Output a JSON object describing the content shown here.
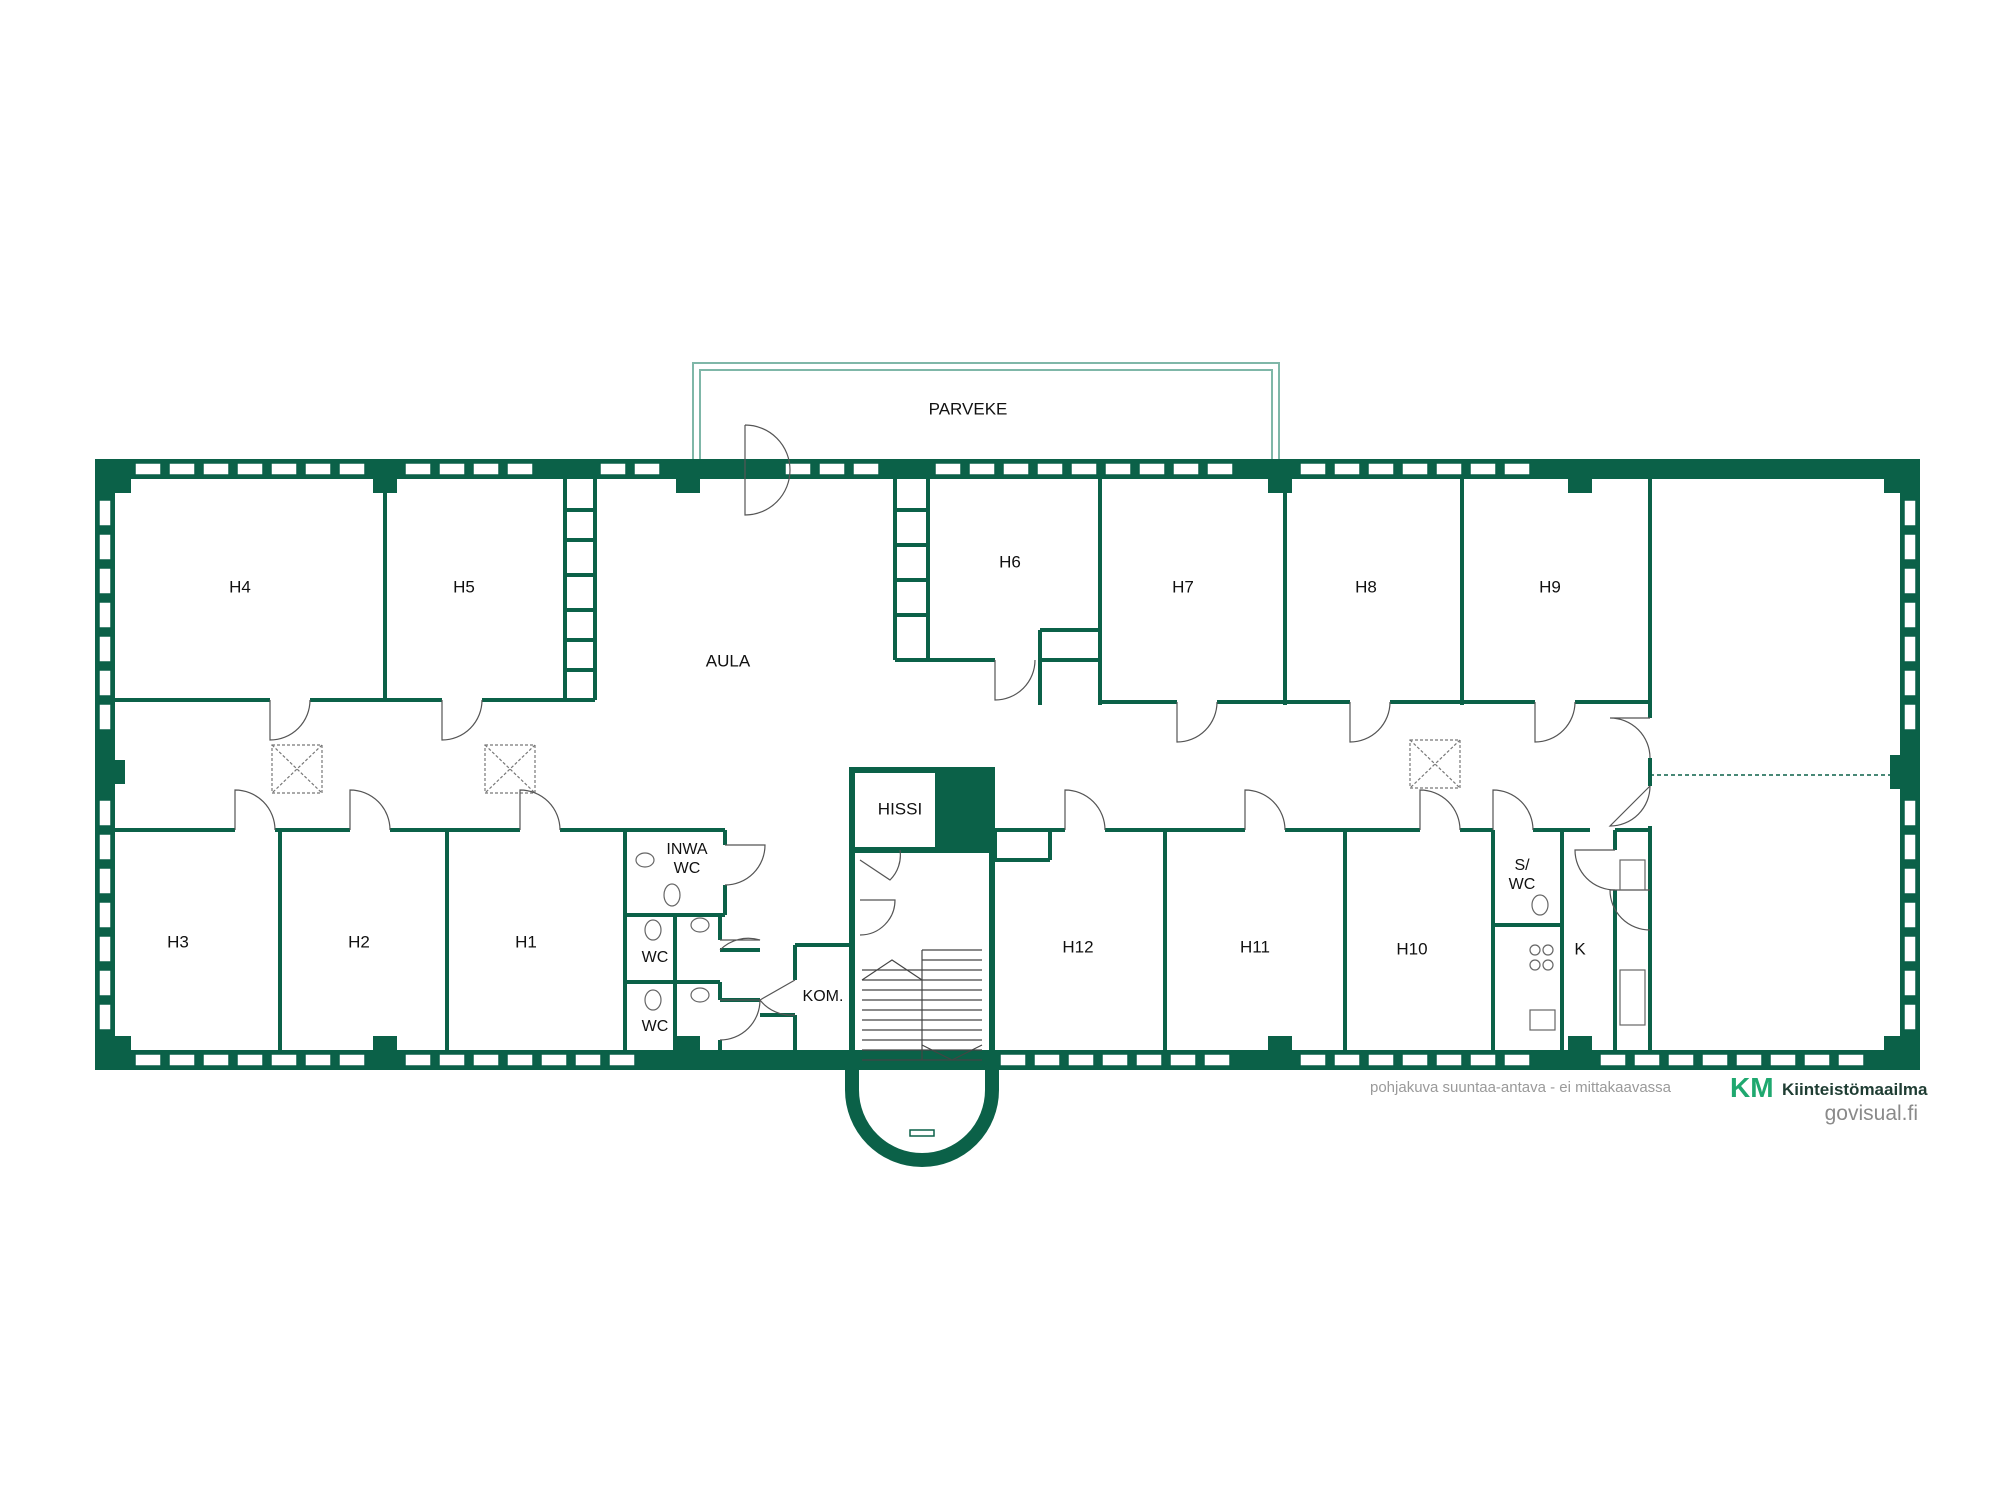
{
  "colors": {
    "wall": "#0b6148",
    "balcony_line": "#7fb7a8",
    "fixture": "#8a8a8a",
    "brand_green": "#1fa86f"
  },
  "rooms": {
    "parveke": "PARVEKE",
    "aula": "AULA",
    "h1": "H1",
    "h2": "H2",
    "h3": "H3",
    "h4": "H4",
    "h5": "H5",
    "h6": "H6",
    "h7": "H7",
    "h8": "H8",
    "h9": "H9",
    "h10": "H10",
    "h11": "H11",
    "h12": "H12",
    "hissi": "HISSI",
    "inwa_wc_line1": "INWA",
    "inwa_wc_line2": "WC",
    "wc_upper": "WC",
    "wc_lower": "WC",
    "kom": "KOM.",
    "s_wc_line1": "S/",
    "s_wc_line2": "WC",
    "k": "K"
  },
  "footer": {
    "disclaimer": "pohjakuva suuntaa-antava - ei mittakaavassa",
    "logo_mark": "KM",
    "brand_name": "Kiinteistömaailma",
    "website": "govisual.fi"
  }
}
